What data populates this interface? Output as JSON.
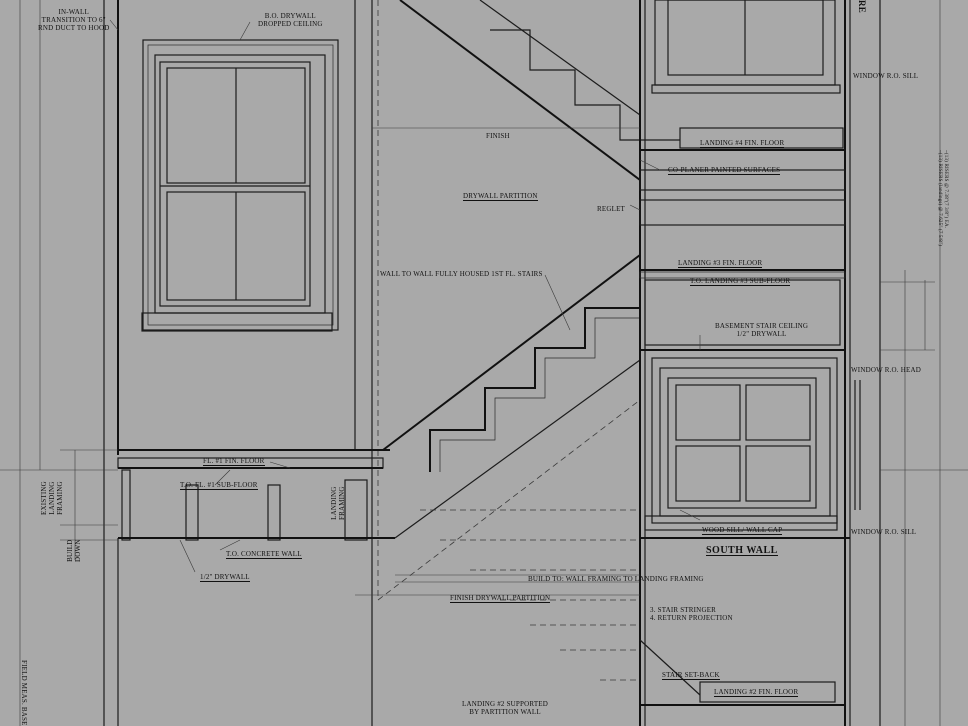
{
  "labels": {
    "in_wall_transition": "IN-WALL\nTRANSITION TO 6\"\nRND DUCT TO HOOD",
    "bo_drywall": "B.O. DRYWALL\nDROPPED CEILING",
    "finish": "FINISH",
    "drywall_partition": "DRYWALL PARTITION",
    "reglet": "REGLET",
    "wall_to_wall": "WALL TO WALL FULLY HOUSED 1ST FL. STAIRS",
    "window_ro_sill_top": "WINDOW R.O. SILL",
    "landing4": "LANDING #4 FIN. FLOOR",
    "co_planer": "CO-PLANER PAINTED SURFACES",
    "landing3_fin": "LANDING #3 FIN. FLOOR",
    "to_landing3": "T.O. LANDING #3 SUB-FLOOR",
    "basement_ceiling": "BASEMENT STAIR CEILING\n1/2\" DRYWALL",
    "window_ro_head": "WINDOW R.O. HEAD",
    "fl1_fin": "FL. #1 FIN. FLOOR",
    "to_fl1_sub": "T.O. FL. #1 SUB-FLOOR",
    "landing_framing": "LANDING\nFRAMING",
    "existing_landing": "EXISTING\nLANDING\nFRAMING",
    "build_down": "BUILD\nDOWN",
    "to_concrete": "T.O. CONCRETE WALL",
    "half_drywall": "1/2\" DRYWALL",
    "wood_sill": "WOOD SILL/ WALL CAP",
    "window_ro_sill_bottom": "WINDOW R.O. SILL",
    "south_wall": "SOUTH WALL",
    "build_to": "BUILD TO: WALL FRAMING TO LANDING FRAMING",
    "finish_drywall": "FINISH DRYWALL PARTITION",
    "stair_stringer": "3. STAIR STRINGER\n4. RETURN PROJECTION",
    "stair_setback": "STAIR SET-BACK",
    "landing2_fin": "LANDING #2 FIN. FLOOR",
    "landing2_supported": "LANDING #2 SUPPORTED\nBY PARTITION WALL",
    "field_meas": "FIELD MEAS. BASE",
    "risers_note": "~(13) RISERS @ 7.38\"(7 3/8\") EA.\n~(13) RISERS (landings) @ 7.625\" (7 5/8\")",
    "re_top": "RE"
  }
}
